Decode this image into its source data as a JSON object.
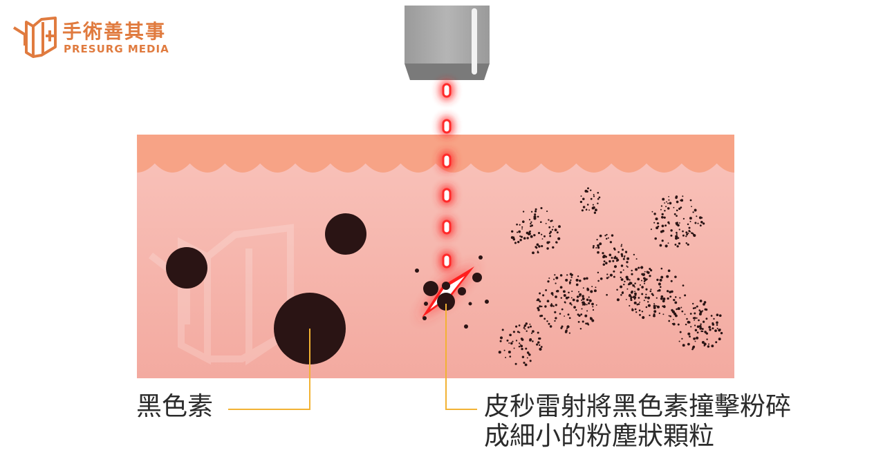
{
  "brand": {
    "name": "手術善其事",
    "subtitle": "PRESURG MEDIA",
    "logo_icon": "book-scalpel-logo-icon",
    "accent_color": "#e07b3f"
  },
  "labels": {
    "pigment": "黑色素",
    "laser_line1": "皮秒雷射將黑色素撞擊粉碎",
    "laser_line2": "成細小的粉塵狀顆粒"
  },
  "colors": {
    "epidermis": "#f7a386",
    "dermis": "#f6b3aa",
    "pigment": "#2a1414",
    "laser": "#ff2a2a",
    "leader_line": "#f2b233",
    "probe": "#8e8e8e"
  }
}
